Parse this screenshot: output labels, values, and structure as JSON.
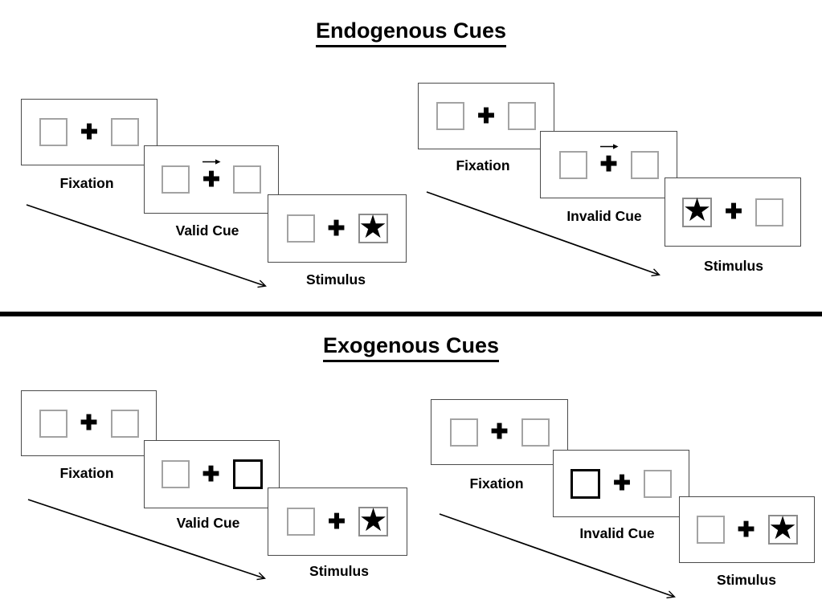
{
  "diagram": "Posner cueing task: endogenous vs exogenous attention cues",
  "glyphs": {
    "plus": "✚",
    "star": "★",
    "cue_arrow_direction": "right"
  },
  "colors": {
    "background": "#ffffff",
    "ink": "#000000",
    "panel_border": "#4a4a4a",
    "square_border": "#a3a3a3",
    "divider": "#000000"
  },
  "sections": [
    {
      "title": "Endogenous Cues",
      "cue_style": "central arrow above fixation cross",
      "sequences": [
        {
          "id": "endogenous-valid",
          "panels": [
            {
              "label": "Fixation",
              "type": "fixation"
            },
            {
              "label": "Valid Cue",
              "type": "endogenous-cue",
              "arrow_points": "right"
            },
            {
              "label": "Stimulus",
              "type": "stimulus",
              "star_side": "right"
            }
          ]
        },
        {
          "id": "endogenous-invalid",
          "panels": [
            {
              "label": "Fixation",
              "type": "fixation"
            },
            {
              "label": "Invalid Cue",
              "type": "endogenous-cue",
              "arrow_points": "right"
            },
            {
              "label": "Stimulus",
              "type": "stimulus",
              "star_side": "left"
            }
          ]
        }
      ]
    },
    {
      "title": "Exogenous Cues",
      "cue_style": "peripheral box brightening (thick outline)",
      "sequences": [
        {
          "id": "exogenous-valid",
          "panels": [
            {
              "label": "Fixation",
              "type": "fixation"
            },
            {
              "label": "Valid Cue",
              "type": "exogenous-cue",
              "thick_box_side": "right"
            },
            {
              "label": "Stimulus",
              "type": "stimulus",
              "star_side": "right"
            }
          ]
        },
        {
          "id": "exogenous-invalid",
          "panels": [
            {
              "label": "Fixation",
              "type": "fixation"
            },
            {
              "label": "Invalid Cue",
              "type": "exogenous-cue",
              "thick_box_side": "left"
            },
            {
              "label": "Stimulus",
              "type": "stimulus",
              "star_side": "right"
            }
          ]
        }
      ]
    }
  ]
}
